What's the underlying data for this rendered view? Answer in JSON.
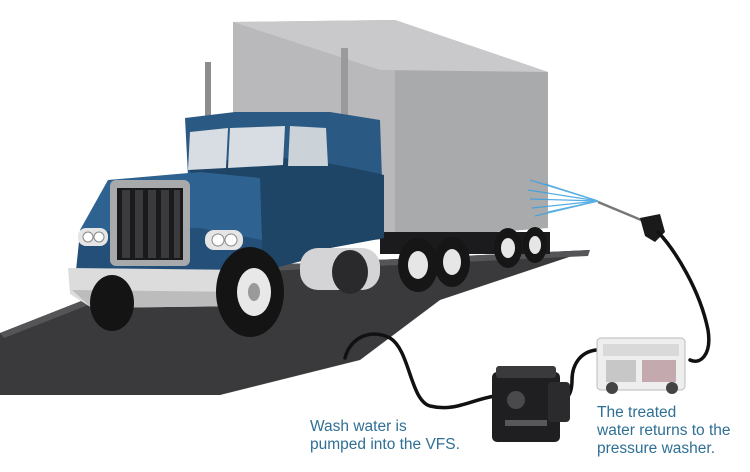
{
  "captions": {
    "left": "Wash water is\npumped into the VFS.",
    "right": "The treated\nwater returns to the\npressure washer."
  },
  "colors": {
    "cab_blue": "#2a5a83",
    "cab_dark": "#1e4466",
    "trailer_front": "#b9b9bb",
    "trailer_side": "#a9aaac",
    "pad": "#3a3a3c",
    "hose": "#111111",
    "spray": "#3aa0e0",
    "text": "#2f6f94"
  },
  "icons": {
    "truck": "truck-icon",
    "wash_pad": "wash-pad",
    "vfs_unit": "filtration-unit-icon",
    "pressure_washer": "pressure-washer-icon",
    "spray_wand": "spray-wand-icon"
  }
}
